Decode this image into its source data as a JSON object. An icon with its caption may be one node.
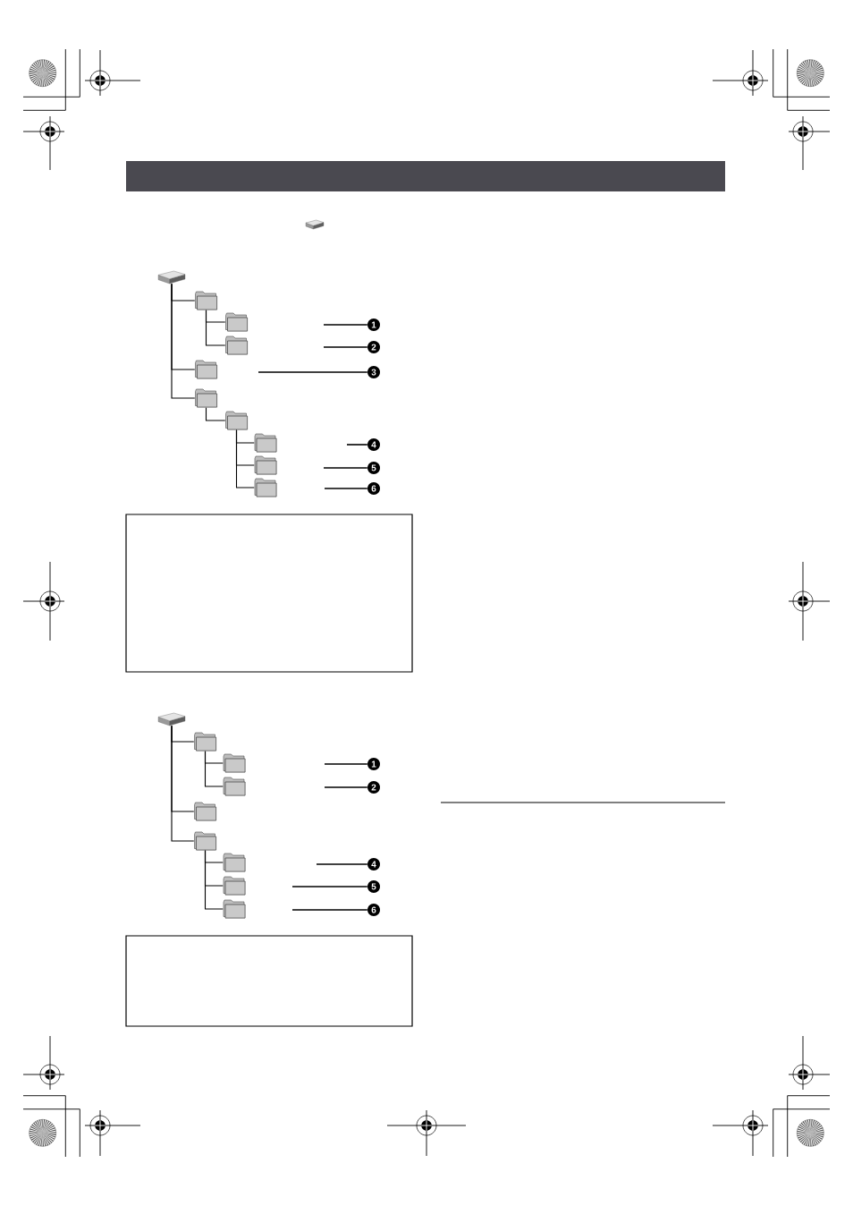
{
  "diagram": {
    "nodes": [
      {
        "text": [],
        "shape": "bar"
      },
      {
        "text": [],
        "shape": "drive"
      },
      {
        "text": [],
        "shape": "drive"
      },
      {
        "text": [],
        "shape": "folder"
      },
      {
        "text": [],
        "shape": "folder"
      },
      {
        "text": [],
        "shape": "folder"
      },
      {
        "text": [],
        "shape": "folder"
      },
      {
        "text": [],
        "shape": "folder"
      },
      {
        "text": [],
        "shape": "folder"
      },
      {
        "text": [],
        "shape": "folder"
      },
      {
        "text": [],
        "shape": "folder"
      },
      {
        "text": [],
        "shape": "folder"
      },
      {
        "text": [
          "1"
        ]
      },
      {
        "text": [
          "2"
        ]
      },
      {
        "text": [
          "3"
        ]
      },
      {
        "text": [
          "4"
        ]
      },
      {
        "text": [
          "5"
        ]
      },
      {
        "text": [
          "6"
        ]
      },
      {
        "text": [],
        "shape": "box"
      },
      {
        "text": [],
        "shape": "drive"
      },
      {
        "text": [],
        "shape": "folder"
      },
      {
        "text": [],
        "shape": "folder"
      },
      {
        "text": [],
        "shape": "folder"
      },
      {
        "text": [],
        "shape": "folder"
      },
      {
        "text": [],
        "shape": "folder"
      },
      {
        "text": [],
        "shape": "folder"
      },
      {
        "text": [],
        "shape": "folder"
      },
      {
        "text": [],
        "shape": "folder"
      },
      {
        "text": [
          "1"
        ]
      },
      {
        "text": [
          "2"
        ]
      },
      {
        "text": [
          "4"
        ]
      },
      {
        "text": [
          "5"
        ]
      },
      {
        "text": [
          "6"
        ]
      },
      {
        "text": [],
        "shape": "box"
      }
    ],
    "edges": [
      {
        "from": 2,
        "to": 3,
        "arrow": "none"
      },
      {
        "from": 3,
        "to": 4,
        "arrow": "none"
      },
      {
        "from": 3,
        "to": 5,
        "arrow": "none"
      },
      {
        "from": 2,
        "to": 6,
        "arrow": "none"
      },
      {
        "from": 2,
        "to": 7,
        "arrow": "none"
      },
      {
        "from": 7,
        "to": 8,
        "arrow": "none"
      },
      {
        "from": 8,
        "to": 9,
        "arrow": "none"
      },
      {
        "from": 8,
        "to": 10,
        "arrow": "none"
      },
      {
        "from": 8,
        "to": 11,
        "arrow": "none"
      },
      {
        "from": 12,
        "to": null,
        "arrow": "none"
      },
      {
        "from": 13,
        "to": null,
        "arrow": "none"
      },
      {
        "from": 14,
        "to": null,
        "arrow": "none"
      },
      {
        "from": 15,
        "to": null,
        "arrow": "none"
      },
      {
        "from": 16,
        "to": null,
        "arrow": "none"
      },
      {
        "from": 17,
        "to": null,
        "arrow": "none"
      },
      {
        "from": 19,
        "to": 20,
        "arrow": "none"
      },
      {
        "from": 20,
        "to": 21,
        "arrow": "none"
      },
      {
        "from": 20,
        "to": 22,
        "arrow": "none"
      },
      {
        "from": 19,
        "to": 23,
        "arrow": "none"
      },
      {
        "from": 19,
        "to": 24,
        "arrow": "none"
      },
      {
        "from": 24,
        "to": 25,
        "arrow": "none"
      },
      {
        "from": 24,
        "to": 26,
        "arrow": "none"
      },
      {
        "from": 24,
        "to": 27,
        "arrow": "none"
      },
      {
        "from": 28,
        "to": null,
        "arrow": "none"
      },
      {
        "from": 29,
        "to": null,
        "arrow": "none"
      },
      {
        "from": 30,
        "to": null,
        "arrow": "none"
      },
      {
        "from": 31,
        "to": null,
        "arrow": "none"
      },
      {
        "from": 32,
        "to": null,
        "arrow": "none"
      }
    ]
  }
}
